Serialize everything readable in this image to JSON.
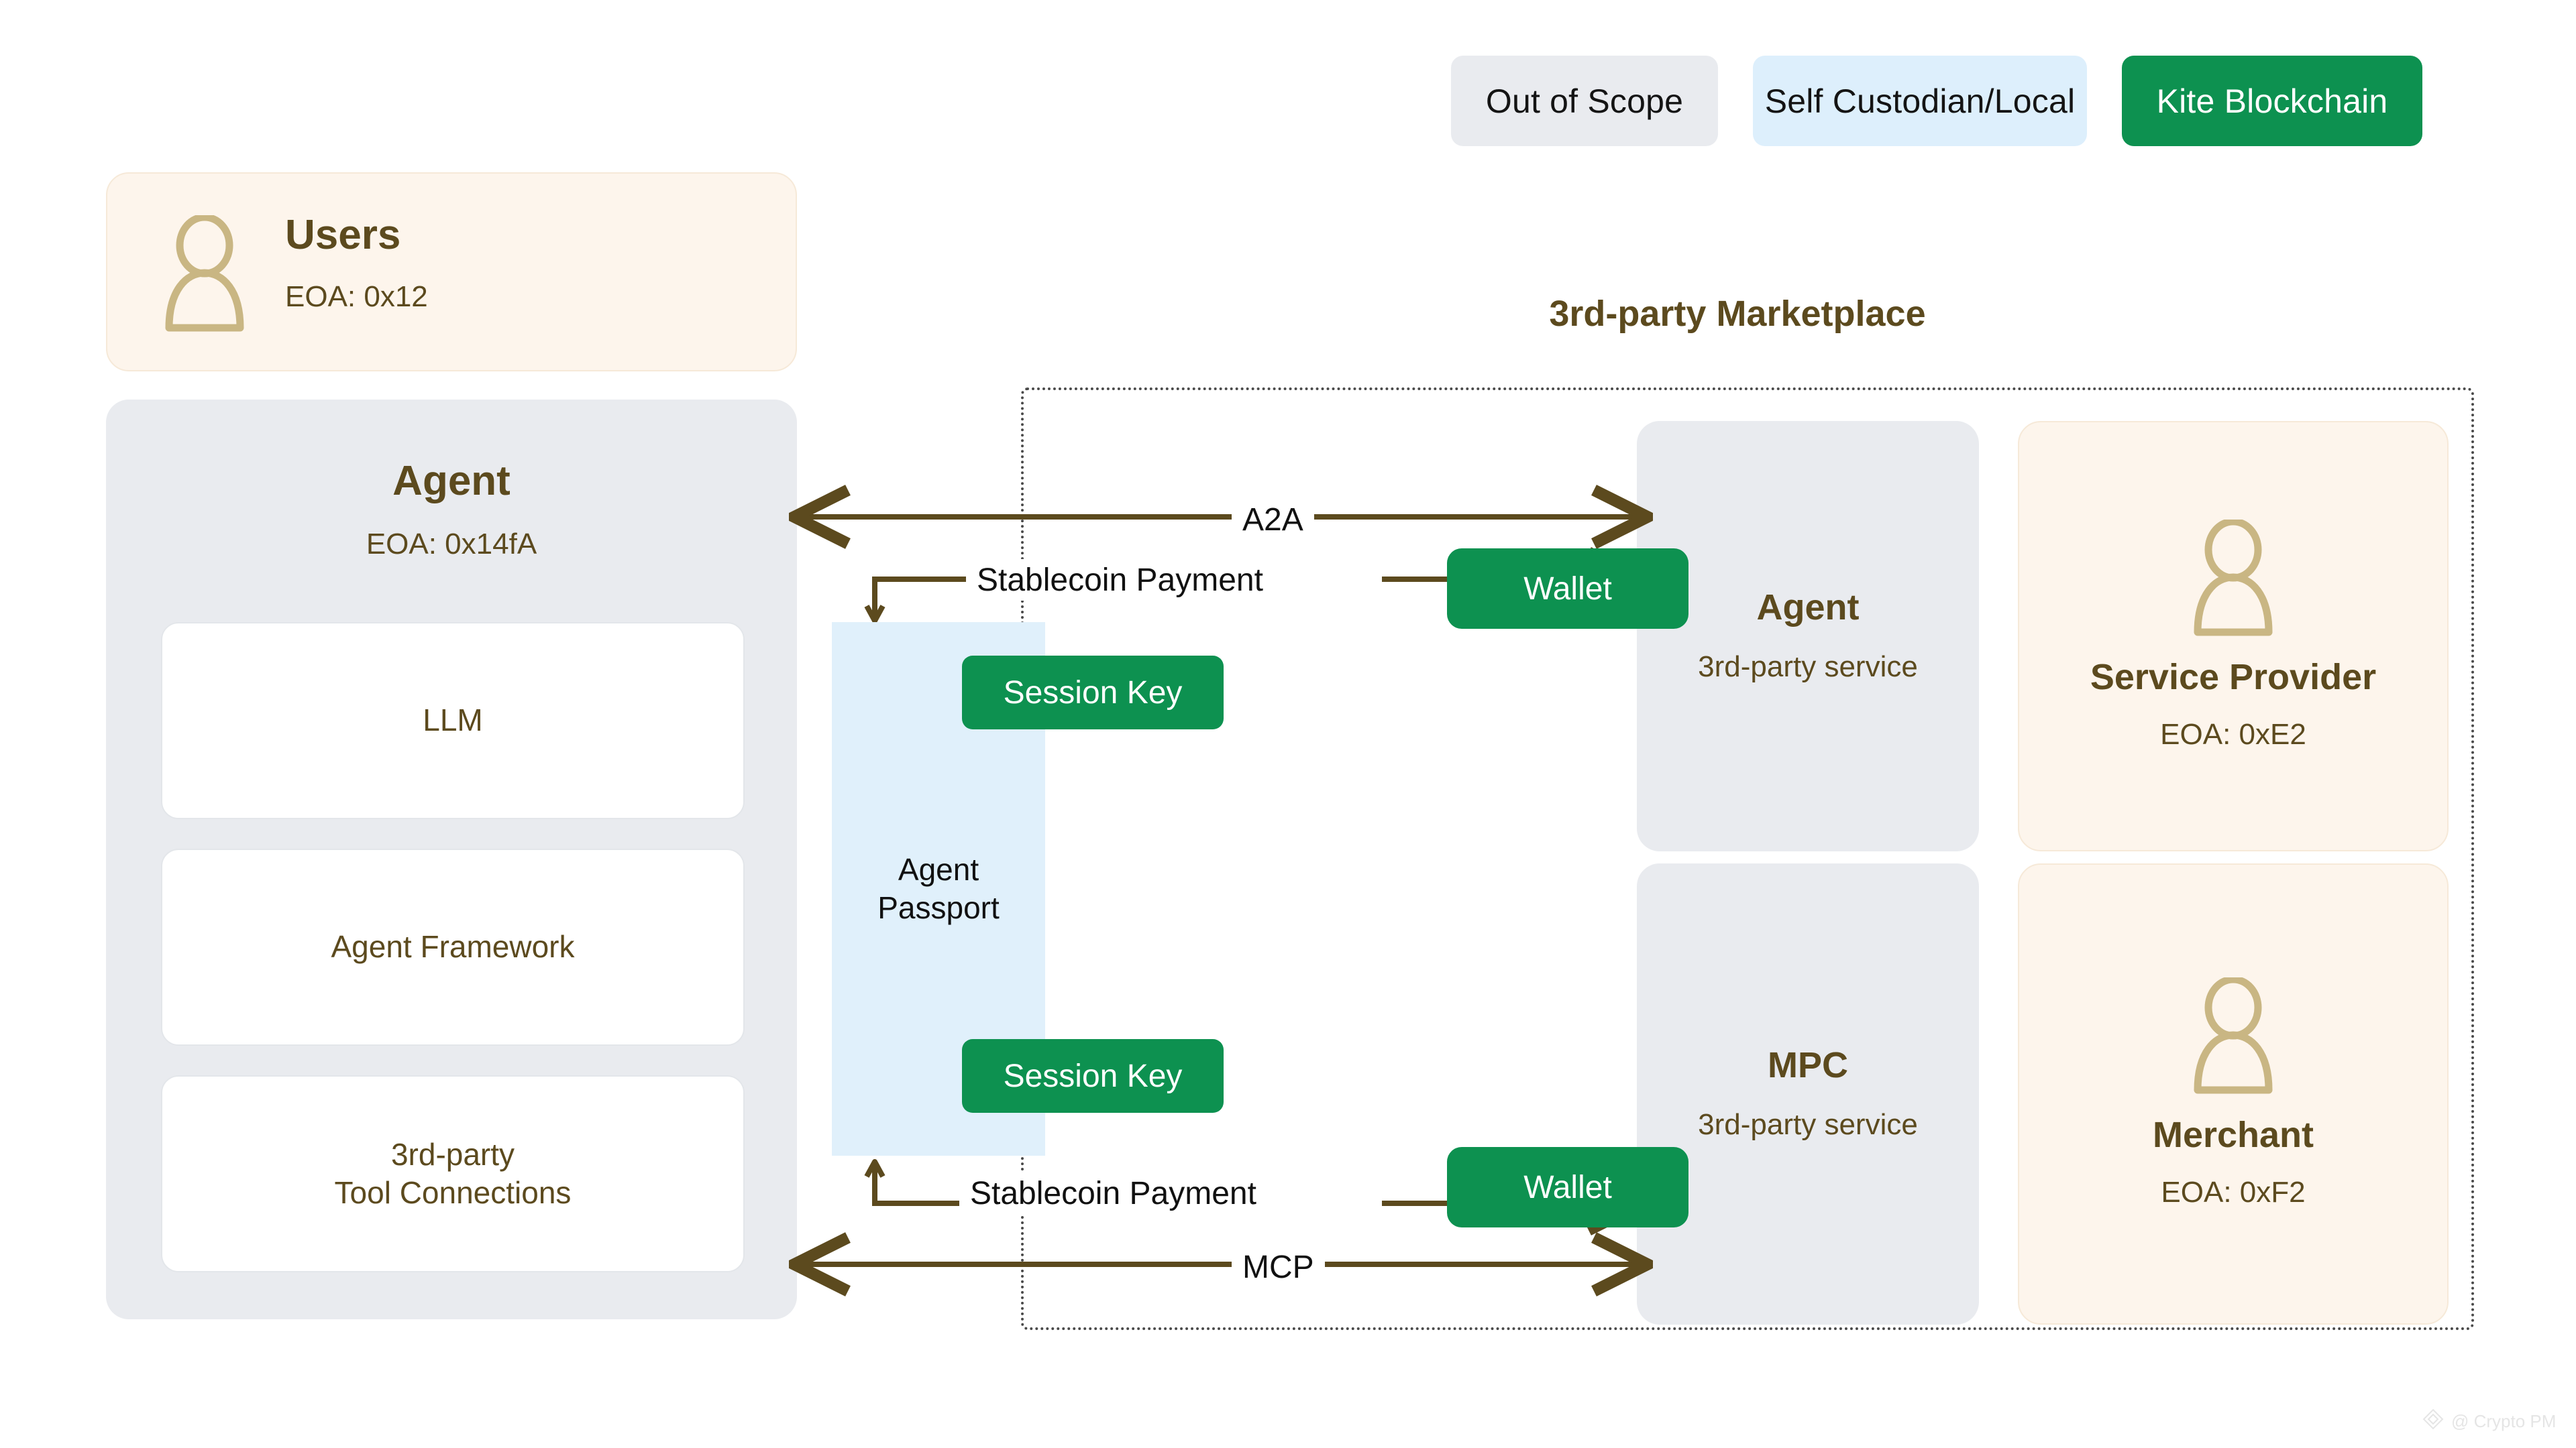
{
  "legend": {
    "items": [
      {
        "label": "Out of Scope",
        "style": "gray"
      },
      {
        "label": "Self Custodian/Local",
        "style": "blue"
      },
      {
        "label": "Kite Blockchain",
        "style": "green"
      }
    ]
  },
  "users_card": {
    "title": "Users",
    "eoa": "EOA: 0x12",
    "icon": "person-icon"
  },
  "agent_panel": {
    "title": "Agent",
    "eoa": "EOA: 0x14fA",
    "modules": [
      {
        "label": "LLM"
      },
      {
        "label": "Agent Framework"
      },
      {
        "label": "3rd-party\nTool Connections"
      }
    ]
  },
  "passport": {
    "label": "Agent\nPassport",
    "session_keys": [
      {
        "label": "Session Key"
      },
      {
        "label": "Session Key"
      }
    ]
  },
  "marketplace": {
    "title": "3rd-party Marketplace",
    "cards": [
      {
        "id": "agent-3p",
        "title": "Agent",
        "subtitle": "3rd-party service",
        "style": "gray",
        "icon": null
      },
      {
        "id": "service-provider",
        "title": "Service Provider",
        "subtitle": "EOA: 0xE2",
        "style": "cream",
        "icon": "person-icon"
      },
      {
        "id": "mpc",
        "title": "MPC",
        "subtitle": "3rd-party service",
        "style": "gray",
        "icon": null
      },
      {
        "id": "merchant",
        "title": "Merchant",
        "subtitle": "EOA: 0xF2",
        "style": "cream",
        "icon": "person-icon"
      }
    ],
    "wallets": [
      {
        "label": "Wallet"
      },
      {
        "label": "Wallet"
      }
    ]
  },
  "connections": [
    {
      "id": "a2a",
      "label": "A2A",
      "kind": "double-arrow"
    },
    {
      "id": "pay-top",
      "label": "Stablecoin Payment",
      "kind": "elbow-down-right"
    },
    {
      "id": "pay-bottom",
      "label": "Stablecoin Payment",
      "kind": "elbow-up-right"
    },
    {
      "id": "mcp",
      "label": "MCP",
      "kind": "double-arrow"
    }
  ],
  "watermark": {
    "text": "@ Crypto PM"
  },
  "colors": {
    "green": "#0d9150",
    "brown": "#5c4a1e",
    "tan": "#c9b683",
    "gray_panel": "#e9ebef",
    "cream": "#fdf5ec",
    "blue_light": "#e0f0fb",
    "blue_chip": "#ddeffc"
  }
}
